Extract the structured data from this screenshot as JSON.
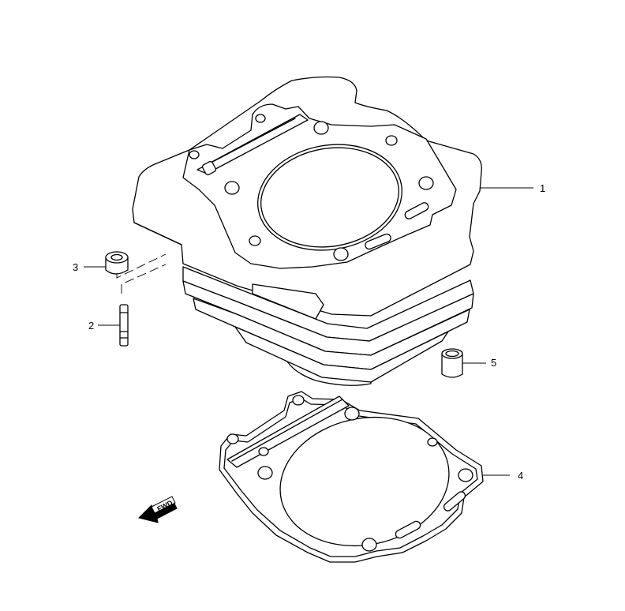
{
  "callouts": [
    {
      "id": "1",
      "label": "1"
    },
    {
      "id": "2",
      "label": "2"
    },
    {
      "id": "3",
      "label": "3"
    },
    {
      "id": "4",
      "label": "4"
    },
    {
      "id": "5",
      "label": "5"
    }
  ],
  "fwd_label": "FWD"
}
